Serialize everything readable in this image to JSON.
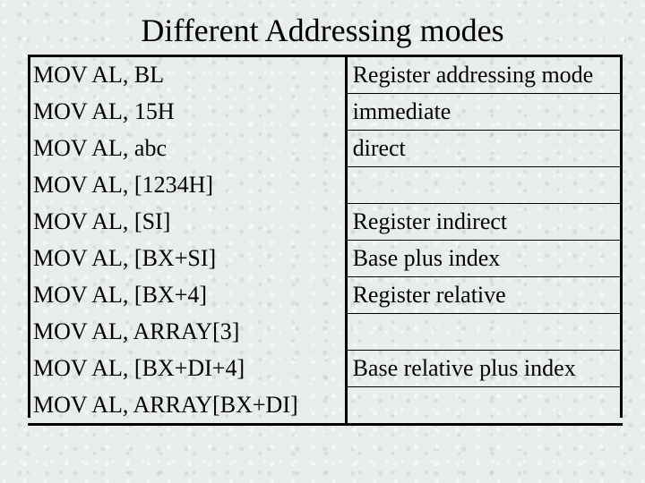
{
  "title": "Different Addressing modes",
  "rows": [
    {
      "instruction": "MOV AL, BL",
      "mode": "Register addressing mode"
    },
    {
      "instruction": "MOV AL, 15H",
      "mode": "immediate"
    },
    {
      "instruction": "MOV AL, abc",
      "mode": "direct"
    },
    {
      "instruction": "MOV AL, [1234H]",
      "mode": ""
    },
    {
      "instruction": "MOV AL, [SI]",
      "mode": "Register indirect"
    },
    {
      "instruction": "MOV AL, [BX+SI]",
      "mode": "Base plus index"
    },
    {
      "instruction": "MOV AL,  [BX+4]",
      "mode": "Register relative"
    },
    {
      "instruction": "MOV AL, ARRAY[3]",
      "mode": ""
    },
    {
      "instruction": "MOV AL, [BX+DI+4]",
      "mode": "Base relative plus index"
    },
    {
      "instruction": "MOV AL, ARRAY[BX+DI]",
      "mode": ""
    }
  ],
  "colors": {
    "background": "#e9ecec",
    "text": "#000000",
    "rule": "#000000"
  }
}
